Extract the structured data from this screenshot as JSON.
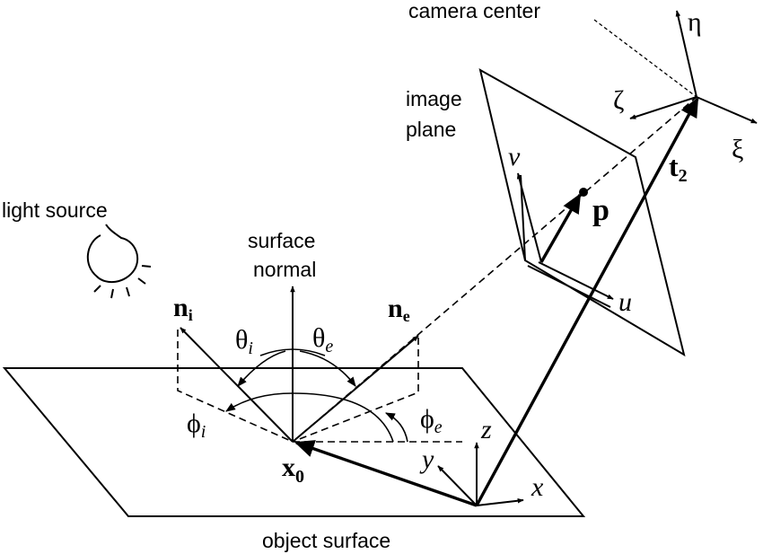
{
  "labels": {
    "camera_center": "camera center",
    "image_plane_line1": "image",
    "image_plane_line2": "plane",
    "light_source": "light source",
    "surface_normal_line1": "surface",
    "surface_normal_line2": "normal",
    "object_surface": "object surface"
  },
  "symbols": {
    "eta": "η",
    "zeta": "ζ",
    "xi": "ξ",
    "v": "v",
    "u": "u",
    "p": "p",
    "t": "t",
    "t_sub": "2",
    "n": "n",
    "ni_sub": "i",
    "ne_sub": "e",
    "theta": "θ",
    "theta_i_sub": "i",
    "theta_e_sub": "e",
    "phi": "ϕ",
    "phi_i_sub": "i",
    "phi_e_sub": "e",
    "x0": "x",
    "x0_sub": "0",
    "x": "x",
    "y": "y",
    "z": "z"
  }
}
